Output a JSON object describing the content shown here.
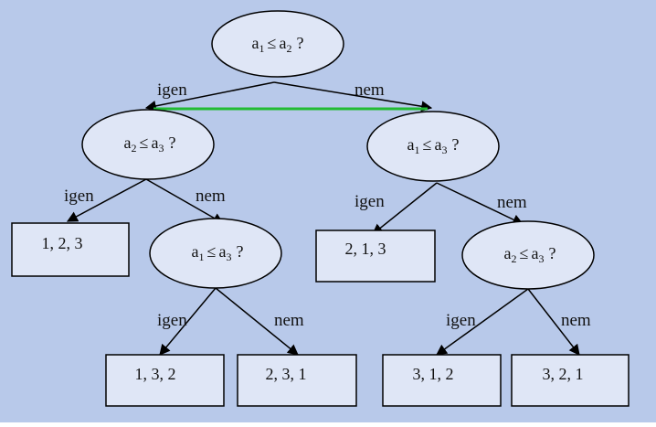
{
  "colors": {
    "background": "#b8c9ea",
    "node_fill": "#dfe6f6",
    "stroke": "#000000",
    "highlight_line": "#22bb33"
  },
  "edge_labels": {
    "yes": "igen",
    "no": "nem"
  },
  "nodes": {
    "root": {
      "var_a": "a",
      "sub_a": "1",
      "op": "≤",
      "var_b": "a",
      "sub_b": "2",
      "q": "?"
    },
    "left": {
      "var_a": "a",
      "sub_a": "2",
      "op": "≤",
      "var_b": "a",
      "sub_b": "3",
      "q": "?"
    },
    "right": {
      "var_a": "a",
      "sub_a": "1",
      "op": "≤",
      "var_b": "a",
      "sub_b": "3",
      "q": "?"
    },
    "left_right": {
      "var_a": "a",
      "sub_a": "1",
      "op": "≤",
      "var_b": "a",
      "sub_b": "3",
      "q": "?"
    },
    "right_right": {
      "var_a": "a",
      "sub_a": "2",
      "op": "≤",
      "var_b": "a",
      "sub_b": "3",
      "q": "?"
    }
  },
  "leaves": {
    "l1": "1, 2, 3",
    "l2": "2, 1, 3",
    "l3": "1, 3, 2",
    "l4": "2, 3, 1",
    "l5": "3, 1, 2",
    "l6": "3, 2, 1"
  }
}
